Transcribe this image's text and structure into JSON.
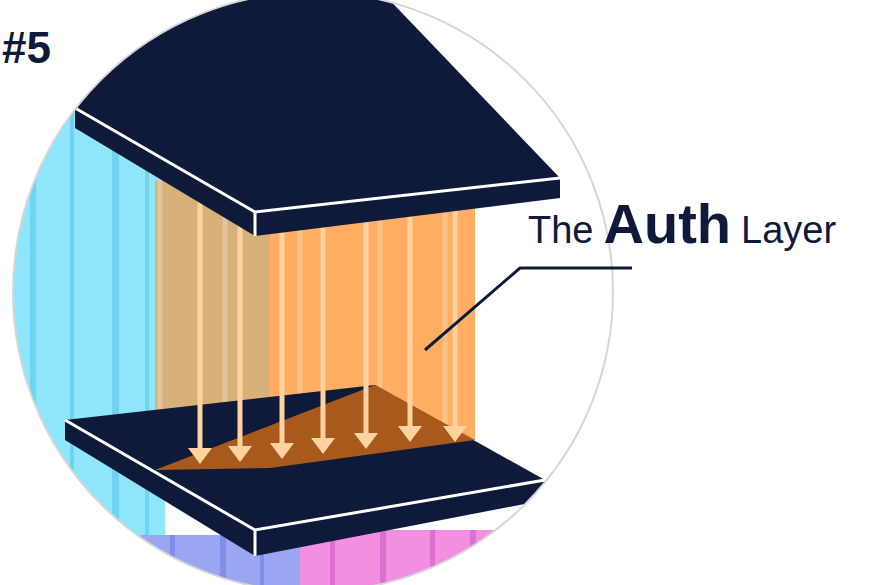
{
  "diagram": {
    "labels": [
      "#5",
      "The",
      "Auth",
      "Layer"
    ]
  }
}
